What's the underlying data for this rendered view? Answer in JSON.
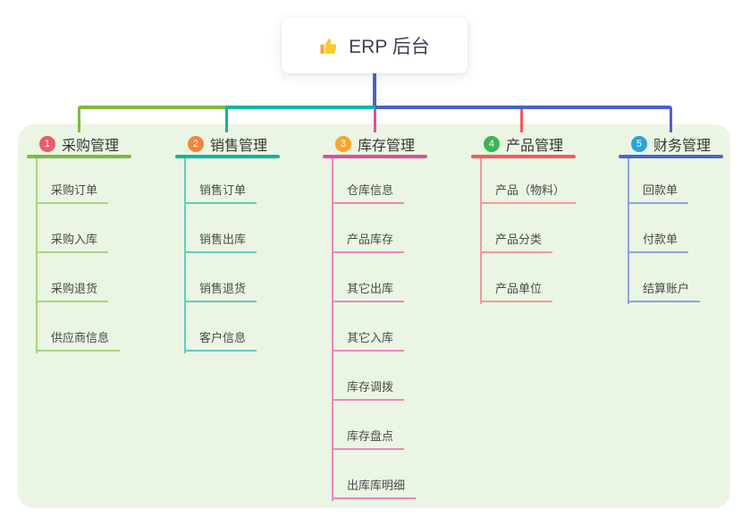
{
  "root": {
    "title": "ERP 后台",
    "icon": "thumbs-up-icon",
    "connector_color": "#4a63c9"
  },
  "panel_color": "#eaf6e3",
  "branches": [
    {
      "num": "1",
      "label": "采购管理",
      "badge_color": "#ee5a6e",
      "line_color": "#7cbb3f",
      "item_line_color": "#a8d57f",
      "items": [
        "采购订单",
        "采购入库",
        "采购退货",
        "供应商信息"
      ]
    },
    {
      "num": "2",
      "label": "销售管理",
      "badge_color": "#f6833c",
      "line_color": "#12b3a2",
      "item_line_color": "#62cbc0",
      "items": [
        "销售订单",
        "销售出库",
        "销售退货",
        "客户信息"
      ]
    },
    {
      "num": "3",
      "label": "库存管理",
      "badge_color": "#f8a62a",
      "line_color": "#da4f9f",
      "item_line_color": "#ee85c1",
      "items": [
        "仓库信息",
        "产品库存",
        "其它出库",
        "其它入库",
        "库存调拨",
        "库存盘点",
        "出库库明细"
      ]
    },
    {
      "num": "4",
      "label": "产品管理",
      "badge_color": "#3db554",
      "line_color": "#f25b5e",
      "item_line_color": "#f59a9b",
      "items": [
        "产品（物料）",
        "产品分类",
        "产品单位"
      ]
    },
    {
      "num": "5",
      "label": "财务管理",
      "badge_color": "#2aa2dc",
      "line_color": "#4a63c9",
      "item_line_color": "#8ba5e2",
      "items": [
        "回款单",
        "付款单",
        "结算账户"
      ]
    }
  ]
}
